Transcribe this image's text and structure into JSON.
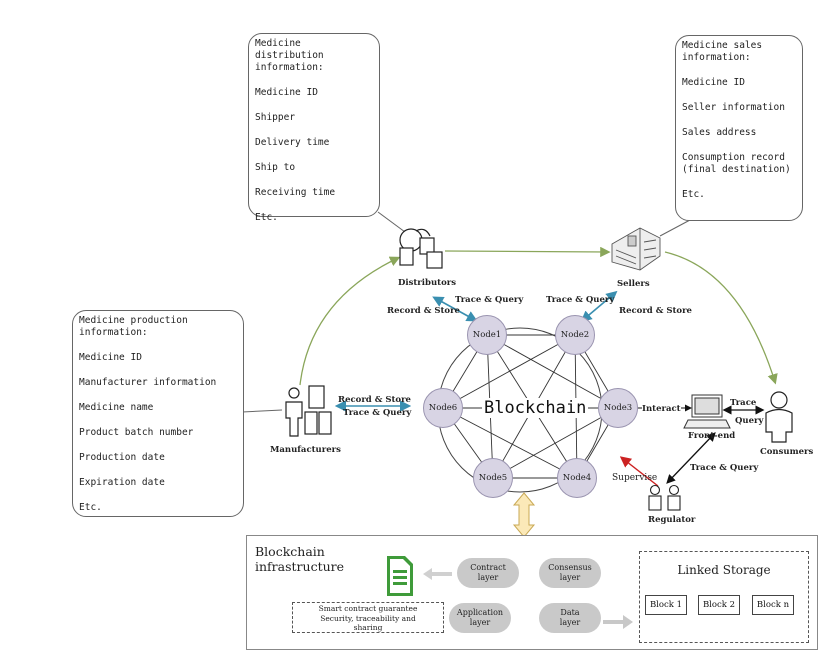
{
  "distribution_info": {
    "title": "Medicine distribution\ninformation:",
    "items": [
      "Medicine ID",
      "Shipper",
      "Delivery time",
      "Ship to",
      "Receiving time",
      "Etc."
    ]
  },
  "sales_info": {
    "title": "Medicine sales\ninformation:",
    "items": [
      "Medicine ID",
      "Seller information",
      "Sales address",
      "Consumption record\n(final destination)",
      "Etc."
    ]
  },
  "production_info": {
    "title": "Medicine production\ninformation:",
    "items": [
      "Medicine ID",
      "Manufacturer information",
      "Medicine name",
      "Product batch number",
      "Production date",
      "Expiration date",
      "Etc."
    ]
  },
  "actors": {
    "distributors": "Distributors",
    "sellers": "Sellers",
    "manufacturers": "Manufacturers",
    "consumers": "Consumers",
    "front_end": "Front-end",
    "regulator": "Regulator"
  },
  "edge_labels": {
    "trace_query": "Trace & Query",
    "record_store": "Record & Store",
    "interact": "Interact",
    "trace": "Trace",
    "query": "Query",
    "supervise": "Supervise"
  },
  "blockchain": {
    "title": "Blockchain",
    "nodes": [
      "Node1",
      "Node2",
      "Node3",
      "Node4",
      "Node5",
      "Node6"
    ]
  },
  "infrastructure": {
    "title": "Blockchain\ninfrastructure",
    "layers": {
      "contract": "Contract\nlayer",
      "consensus": "Consensus\nlayer",
      "application": "Application\nlayer",
      "data": "Data\nlayer"
    },
    "smart_contract_note": "Smart contract guarantee\nSecurity, traceability and\nsharing",
    "linked_storage": {
      "title": "Linked Storage",
      "blocks": [
        "Block 1",
        "Block 2",
        "Block n"
      ]
    }
  },
  "colors": {
    "green_arrow": "#8aa65a",
    "teal_arrow": "#3a8fb0",
    "red_arrow": "#cc2222",
    "node_fill": "#d8d4e4",
    "doc_icon": "#3f9b3a"
  }
}
